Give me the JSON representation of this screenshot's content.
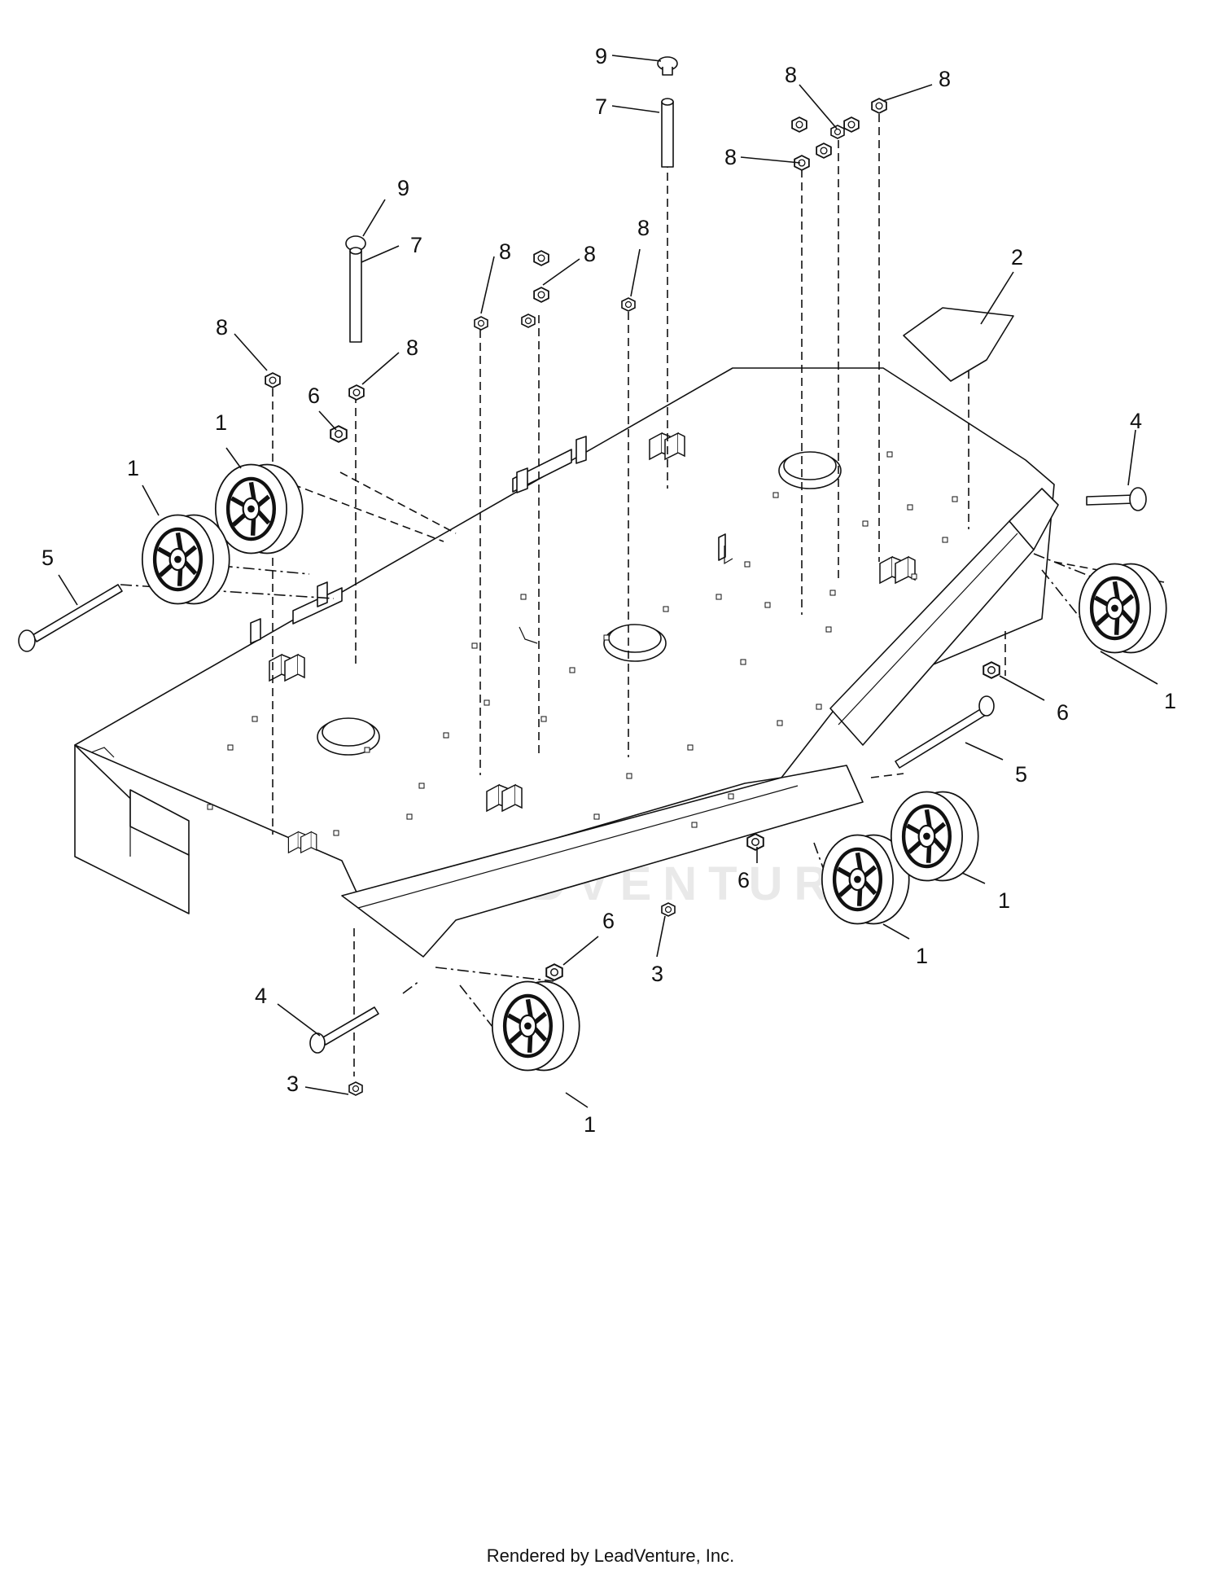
{
  "diagram": {
    "callouts": {
      "c9a": "9",
      "c7a": "7",
      "c9b": "9",
      "c7b": "7",
      "c8a": "8",
      "c8b": "8",
      "c8c": "8",
      "c8d": "8",
      "c8e": "8",
      "c8f": "8",
      "c8g": "8",
      "c8h": "8",
      "c2": "2",
      "c6a": "6",
      "c6b": "6",
      "c6c": "6",
      "c6d": "6",
      "c1a": "1",
      "c1b": "1",
      "c1c": "1",
      "c1d": "1",
      "c1e": "1",
      "c1f": "1",
      "c5a": "5",
      "c5b": "5",
      "c4a": "4",
      "c4b": "4",
      "c3a": "3",
      "c3b": "3"
    },
    "watermark": "LEADVENTURE"
  },
  "footer": {
    "text": "Rendered by LeadVenture, Inc."
  }
}
